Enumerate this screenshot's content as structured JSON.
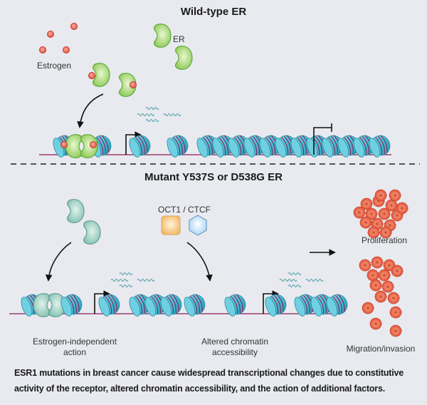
{
  "wild_type": {
    "title": "Wild-type ER",
    "labels": {
      "estrogen": "Estrogen",
      "er": "ER"
    }
  },
  "mutant": {
    "title": "Mutant Y537S or D538G ER",
    "labels": {
      "factors": "OCT1 / CTCF",
      "estrogen_independent": [
        "Estrogen-independent",
        "action"
      ],
      "altered_chromatin": [
        "Altered chromatin",
        "accessibility"
      ],
      "proliferation": "Proliferation",
      "migration": "Migration/invasion"
    }
  },
  "caption": "ESR1 mutations in breast cancer cause widespread transcriptional changes due to constitutive activity of the receptor, altered chromatin accessibility, and the action of additional factors.",
  "colors": {
    "background": "#e8eaef",
    "estrogen": "#e8594a",
    "er_wildtype": "#9ed36a",
    "er_mutant": "#8fcbbd",
    "nucleosome": "#4fc3d6",
    "dna": "#8a1f5a",
    "oct1": "#f5c27a",
    "ctcf": "#b9dcf5",
    "cell": "#e8644a"
  }
}
